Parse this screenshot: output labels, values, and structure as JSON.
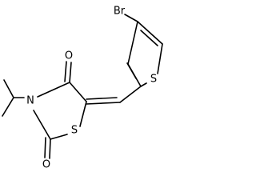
{
  "molecule": {
    "atoms": {
      "br": "Br",
      "s_thiophene": "S",
      "s_thiazolidine": "S",
      "n": "N",
      "o_top": "O",
      "o_bottom": "O"
    }
  }
}
